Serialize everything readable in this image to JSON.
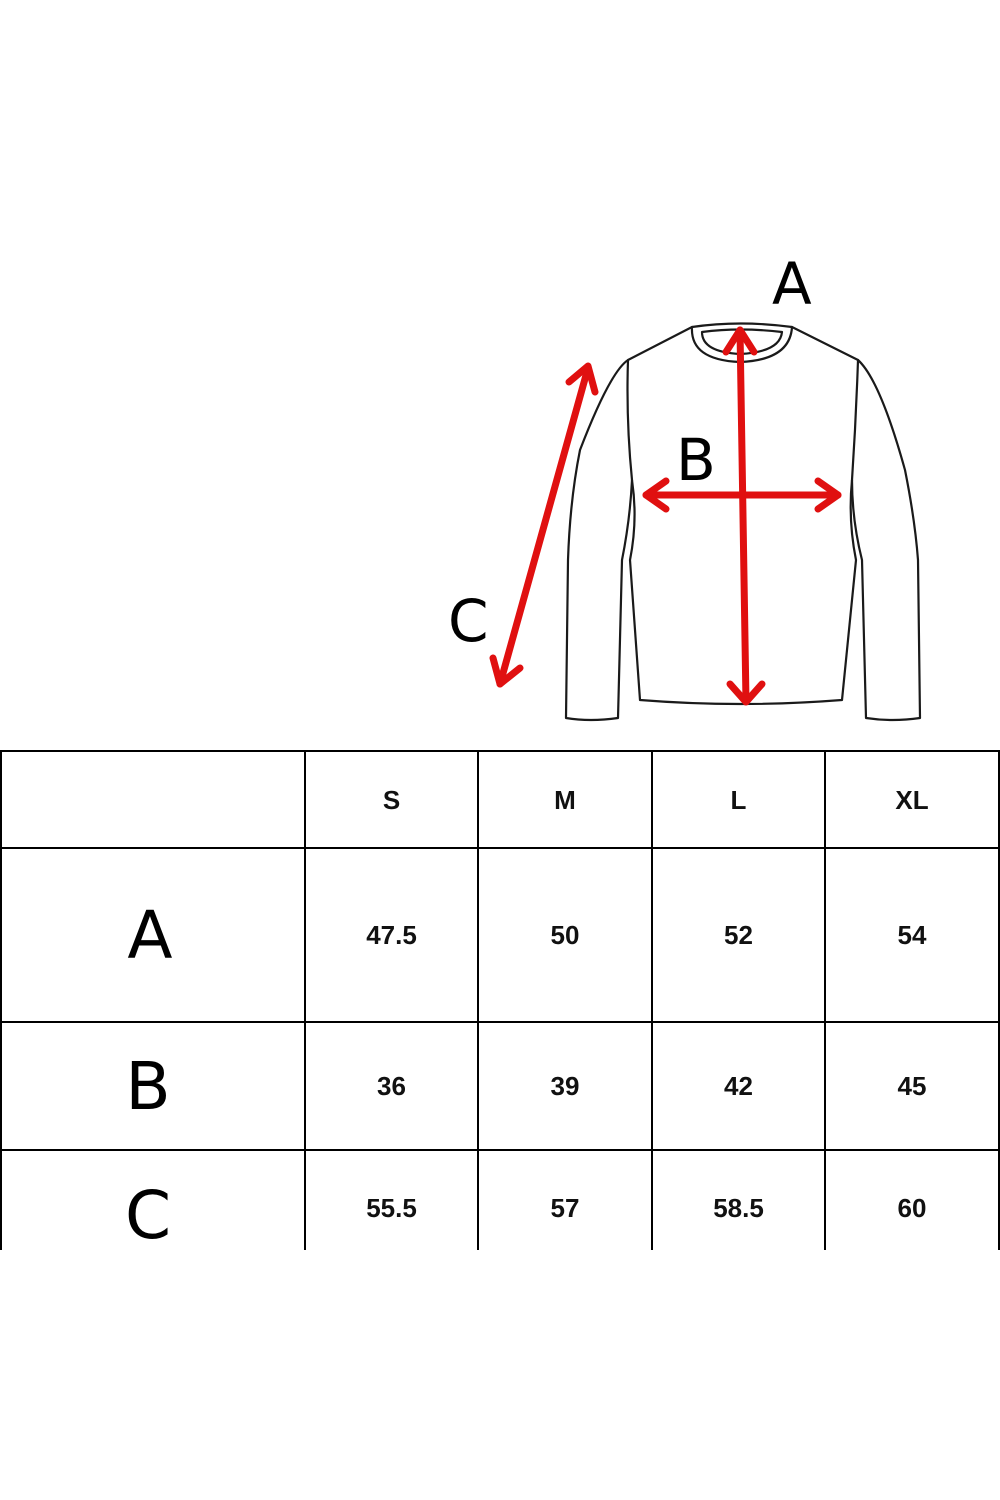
{
  "labels": {
    "a": "A",
    "b": "B",
    "c": "C"
  },
  "colors": {
    "arrow": "#e01010",
    "outline": "#1a1a1a"
  },
  "table": {
    "sizes": [
      "S",
      "M",
      "L",
      "XL"
    ],
    "rows": [
      {
        "label": "A",
        "values": [
          "47.5",
          "50",
          "52",
          "54"
        ]
      },
      {
        "label": "B",
        "values": [
          "36",
          "39",
          "42",
          "45"
        ]
      },
      {
        "label": "C",
        "values": [
          "55.5",
          "57",
          "58.5",
          "60"
        ]
      }
    ]
  }
}
